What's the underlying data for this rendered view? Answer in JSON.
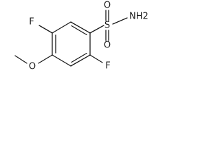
{
  "molecule": {
    "atoms": {
      "fluorine_top": "F",
      "sulfur": "S",
      "oxygen_sulfonyl_top": "O",
      "oxygen_sulfonyl_bottom": "O",
      "amine": "NH2",
      "oxygen_methoxy": "O",
      "fluorine_bottom": "F"
    }
  }
}
